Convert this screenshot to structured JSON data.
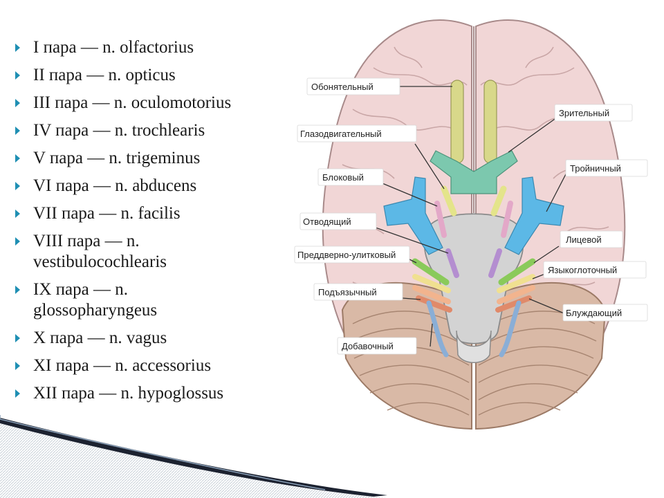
{
  "nerves": [
    {
      "text": "I пара — n. olfactorius"
    },
    {
      "text": "II пара — n. opticus"
    },
    {
      "text": "III пара — n. oculomotorius"
    },
    {
      "text": "IV пара — n. trochlearis"
    },
    {
      "text": "V пара — n. trigeminus"
    },
    {
      "text": "VI пара — n. abducens"
    },
    {
      "text": "VII пара — n. facilis"
    },
    {
      "text": "VIII пара — n. vestibulocochlearis"
    },
    {
      "text": "IX пара — n. glossopharyngeus"
    },
    {
      "text": "X пара — n. vagus"
    },
    {
      "text": "XI пара — n. accessorius"
    },
    {
      "text": "XII пара — n. hypoglossus"
    }
  ],
  "diagram": {
    "labels_left": {
      "obonyatelny": "Обонятельный",
      "glazodvigatelny": "Глазодвигательный",
      "blokovy": "Блоковый",
      "otvodyashchy": "Отводящий",
      "preddverno": "Преддверно-улитковый",
      "podyazychny": "Подъязычный",
      "dobavochny": "Добавочный"
    },
    "labels_right": {
      "zritelny": "Зрительный",
      "troynichny": "Тройничный",
      "litsevoy": "Лицевой",
      "yazykoglotochny": "Языкоглоточный",
      "bluzhdayushchy": "Блуждающий"
    }
  },
  "colors": {
    "bullet": "#1f8fb3",
    "cerebrum": "#f1d6d6",
    "cerebellum": "#d9b9a6",
    "brainstem": "#d3d3d3",
    "olfactory": "#d8d88a",
    "optic": "#7cc8ae",
    "trigeminal": "#5cb8e6",
    "accessory": "#8aaed6"
  }
}
